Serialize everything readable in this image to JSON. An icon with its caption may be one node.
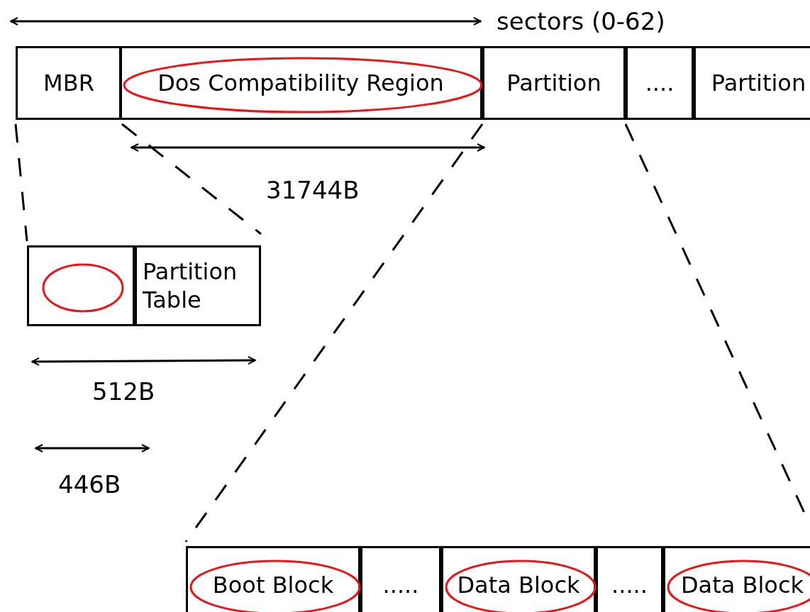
{
  "diagram": {
    "nodes": [
      {
        "text": [
          "MBR"
        ]
      },
      {
        "text": [
          "Dos Compatibility Region"
        ]
      },
      {
        "text": [
          "Partition"
        ]
      },
      {
        "text": [
          "...."
        ]
      },
      {
        "text": [
          "Partition"
        ]
      },
      {
        "text": [],
        "shape": "box"
      },
      {
        "text": [
          "Partition Table"
        ]
      },
      {
        "text": [
          "Boot Block"
        ]
      },
      {
        "text": [
          "....."
        ]
      },
      {
        "text": [
          "Data Block"
        ]
      },
      {
        "text": [
          "....."
        ]
      },
      {
        "text": [
          "Data Block"
        ]
      }
    ],
    "edges": [
      {
        "from": 0,
        "to": 5,
        "arrow": "none",
        "style": "dashed"
      },
      {
        "from": 0,
        "to": 6,
        "arrow": "none",
        "style": "dashed"
      },
      {
        "from": 2,
        "to": 7,
        "arrow": "none",
        "style": "dashed"
      },
      {
        "from": 2,
        "to": 11,
        "arrow": "none",
        "style": "dashed"
      }
    ],
    "labels": [
      "sectors (0-62)",
      "31744B",
      "512B",
      "446B"
    ]
  }
}
